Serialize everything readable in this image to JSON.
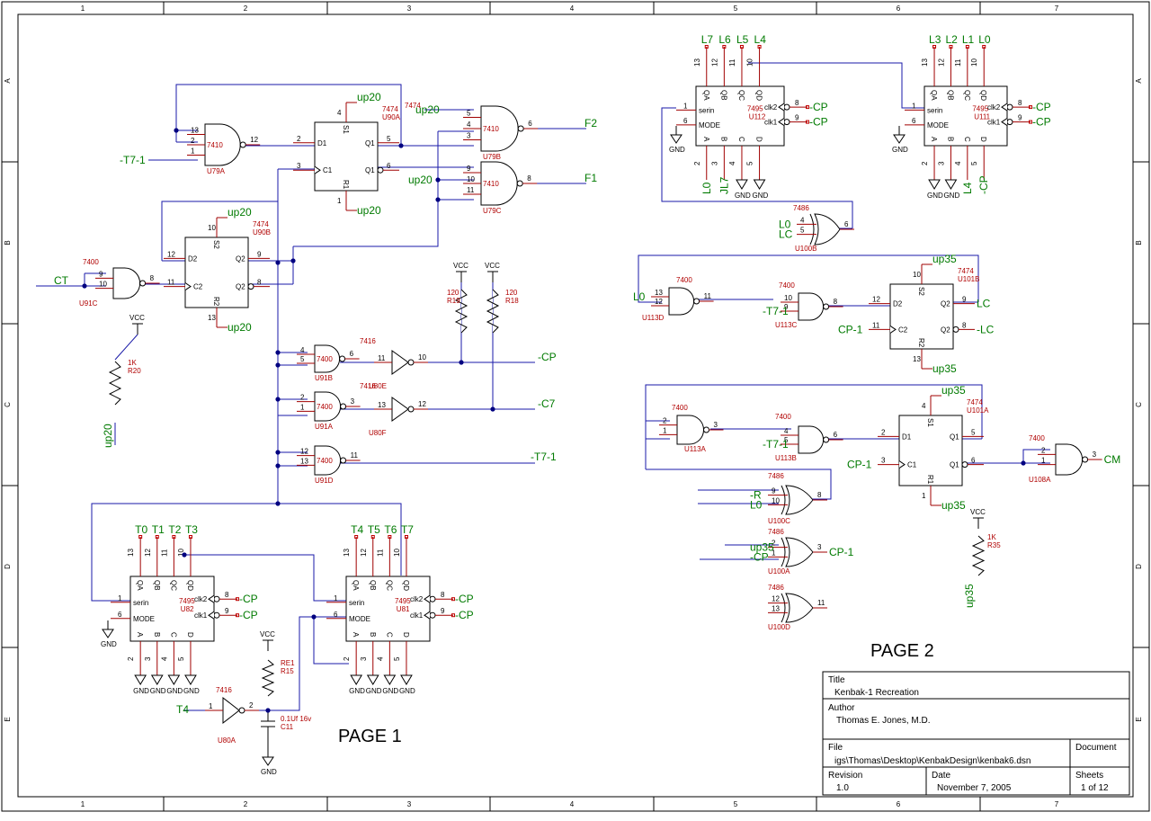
{
  "frame": {
    "columns": [
      "1",
      "2",
      "3",
      "4",
      "5",
      "6",
      "7"
    ],
    "rows": [
      "A",
      "B",
      "C",
      "D",
      "E"
    ]
  },
  "pages": {
    "page1_label": "PAGE 1",
    "page2_label": "PAGE 2"
  },
  "title_block": {
    "title_caption": "Title",
    "title_value": "Kenbak-1 Recreation",
    "author_caption": "Author",
    "author_value": "Thomas E. Jones, M.D.",
    "file_caption": "File",
    "file_value": "igs\\Thomas\\Desktop\\KenbakDesign\\kenbak6.dsn",
    "document_caption": "Document",
    "revision_caption": "Revision",
    "revision_value": "1.0",
    "date_caption": "Date",
    "date_value": "November 7, 2005",
    "sheets_caption": "Sheets",
    "sheets_value": "1 of 12"
  },
  "colors": {
    "wire": "#1a1aa8",
    "net_label": "#007a00",
    "part_label": "#b00000",
    "pin": "#a00000"
  },
  "page1": {
    "gates": [
      {
        "id": "g79a",
        "type": "nand",
        "part": "7410",
        "ref": "U79A",
        "out_pin": "12",
        "in_pins": [
          "13",
          "2",
          "1"
        ]
      },
      {
        "id": "g79b",
        "type": "nand",
        "part": "7410",
        "ref": "U79B",
        "out_pin": "6",
        "in_pins": [
          "5",
          "4",
          "3"
        ]
      },
      {
        "id": "g79c",
        "type": "nand",
        "part": "7410",
        "ref": "U79C",
        "out_pin": "8",
        "in_pins": [
          "9",
          "10",
          "11"
        ]
      },
      {
        "id": "g91c",
        "type": "nand",
        "part": "7400",
        "ref": "U91C",
        "out_pin": "8",
        "in_pins": [
          "9",
          "10"
        ]
      },
      {
        "id": "g91b",
        "type": "nand",
        "part": "7400",
        "ref": "U91B",
        "out_pin": "6",
        "in_pins": [
          "4",
          "5"
        ]
      },
      {
        "id": "g91a",
        "type": "nand",
        "part": "7400",
        "ref": "U91A",
        "out_pin": "3",
        "in_pins": [
          "2",
          "1"
        ]
      },
      {
        "id": "g91d",
        "type": "nand",
        "part": "7400",
        "ref": "U91D",
        "out_pin": "11",
        "in_pins": [
          "12",
          "13"
        ]
      },
      {
        "id": "g80e",
        "type": "inv",
        "part": "7416",
        "ref": "U80E",
        "out_pin": "10",
        "in_pins": [
          "11"
        ]
      },
      {
        "id": "g80f",
        "type": "inv",
        "part": "7416",
        "ref": "U80F",
        "out_pin": "12",
        "in_pins": [
          "13"
        ]
      },
      {
        "id": "g80a",
        "type": "inv",
        "part": "7416",
        "ref": "U80A",
        "out_pin": "2",
        "in_pins": [
          "1"
        ]
      }
    ],
    "flipflops": [
      {
        "id": "ff90a",
        "part": "7474",
        "ref": "U90A",
        "pins": {
          "d": "D1",
          "c": "C1",
          "q": "Q1",
          "qn": "Q1",
          "s": "S1",
          "r": "R1"
        },
        "nums": {
          "d": "2",
          "c": "3",
          "q": "5",
          "qn": "6",
          "s": "4",
          "r": "1"
        },
        "net_s": "up20",
        "net_r": "up20"
      },
      {
        "id": "ff90b",
        "part": "7474",
        "ref": "U90B",
        "pins": {
          "d": "D2",
          "c": "C2",
          "q": "Q2",
          "qn": "Q2",
          "s": "S2",
          "r": "R2"
        },
        "nums": {
          "d": "12",
          "c": "11",
          "q": "9",
          "qn": "8",
          "s": "10",
          "r": "13"
        },
        "net_s": "up20",
        "net_r": "up20"
      }
    ],
    "shift_registers": [
      {
        "id": "sr82",
        "part": "7495",
        "ref": "U82",
        "outputs": [
          "T0",
          "T1",
          "T2",
          "T3"
        ],
        "qlabels": [
          "QA",
          "QB",
          "QC",
          "QD"
        ],
        "qpins": [
          "13",
          "12",
          "11",
          "10"
        ],
        "serin": "serin",
        "mode": "MODE",
        "serin_pin": "1",
        "mode_pin": "6",
        "clk2": "clk2",
        "clk1": "clk1",
        "clk2_pin": "8",
        "clk1_pin": "9",
        "clk_net": "-CP",
        "inputs": [
          "A",
          "B",
          "C",
          "D"
        ],
        "ipins": [
          "2",
          "3",
          "4",
          "5"
        ],
        "gnd": [
          "GND",
          "GND",
          "GND",
          "GND"
        ]
      },
      {
        "id": "sr81",
        "part": "7495",
        "ref": "U81",
        "outputs": [
          "T4",
          "T5",
          "T6",
          "T7"
        ],
        "qlabels": [
          "QA",
          "QB",
          "QC",
          "QD"
        ],
        "qpins": [
          "13",
          "12",
          "11",
          "10"
        ],
        "serin": "serin",
        "mode": "MODE",
        "serin_pin": "1",
        "mode_pin": "6",
        "clk2": "clk2",
        "clk1": "clk1",
        "clk2_pin": "8",
        "clk1_pin": "9",
        "clk_net": "-CP",
        "inputs": [
          "A",
          "B",
          "C",
          "D"
        ],
        "ipins": [
          "2",
          "3",
          "4",
          "5"
        ],
        "gnd": [
          "GND",
          "GND",
          "GND",
          "GND"
        ]
      }
    ],
    "nets": {
      "t71_in": "-T7-1",
      "f2": "F2",
      "f1": "F1",
      "ct": "CT",
      "up20": "up20",
      "vcc": "VCC",
      "cp": "-CP",
      "c7": "-C7",
      "t71_out": "-T7-1",
      "t4": "T4",
      "gnd": "GND"
    },
    "resistors": [
      {
        "ref": "R20",
        "value": "1K"
      },
      {
        "ref": "R19",
        "value": "120"
      },
      {
        "ref": "R18",
        "value": "120"
      },
      {
        "ref": "R15",
        "value": "RE1"
      }
    ],
    "capacitor": {
      "ref": "C11",
      "value": "0.1Uf 16v"
    }
  },
  "page2": {
    "shift_registers": [
      {
        "id": "sr112",
        "part": "7495",
        "ref": "U112",
        "outputs": [
          "L7",
          "L6",
          "L5",
          "L4"
        ],
        "qlabels": [
          "QA",
          "QB",
          "QC",
          "QD"
        ],
        "qpins": [
          "13",
          "12",
          "11",
          "10"
        ],
        "serin": "serin",
        "mode": "MODE",
        "serin_pin": "1",
        "mode_pin": "6",
        "clk2": "clk2",
        "clk1": "clk1",
        "clk2_pin": "8",
        "clk1_pin": "9",
        "clk_net": "-CP",
        "inputs": [
          "A",
          "B",
          "C",
          "D"
        ],
        "ipins": [
          "2",
          "3",
          "4",
          "5"
        ],
        "bottom_nets": [
          "L0",
          "JL7",
          "GND",
          "GND"
        ]
      },
      {
        "id": "sr111",
        "part": "7495",
        "ref": "U111",
        "outputs": [
          "L3",
          "L2",
          "L1",
          "L0"
        ],
        "qlabels": [
          "QA",
          "QB",
          "QC",
          "QD"
        ],
        "qpins": [
          "13",
          "12",
          "11",
          "10"
        ],
        "serin": "serin",
        "mode": "MODE",
        "serin_pin": "1",
        "mode_pin": "6",
        "clk2": "clk2",
        "clk1": "clk1",
        "clk2_pin": "8",
        "clk1_pin": "9",
        "clk_net": "-CP",
        "inputs": [
          "A",
          "B",
          "C",
          "D"
        ],
        "ipins": [
          "2",
          "3",
          "4",
          "5"
        ],
        "bottom_nets": [
          "GND",
          "GND",
          "L4",
          "-CP"
        ]
      }
    ],
    "gates": [
      {
        "id": "x100b",
        "type": "xor",
        "part": "7486",
        "ref": "U100B",
        "out_pin": "6",
        "in_pins": [
          "4",
          "5"
        ],
        "in_nets": [
          "L0",
          "LC"
        ]
      },
      {
        "id": "n113d",
        "type": "nand",
        "part": "7400",
        "ref": "U113D",
        "out_pin": "11",
        "in_pins": [
          "13",
          "12"
        ],
        "in_nets": [
          "L0",
          ""
        ]
      },
      {
        "id": "n113c",
        "type": "nand",
        "part": "7400",
        "ref": "U113C",
        "out_pin": "8",
        "in_pins": [
          "10",
          "9"
        ],
        "in_nets": [
          "",
          "-T7-1"
        ]
      },
      {
        "id": "n113a",
        "type": "nand",
        "part": "7400",
        "ref": "U113A",
        "out_pin": "3",
        "in_pins": [
          "2",
          "1"
        ],
        "in_nets": [
          "",
          ""
        ]
      },
      {
        "id": "n113b",
        "type": "nand",
        "part": "7400",
        "ref": "U113B",
        "out_pin": "6",
        "in_pins": [
          "4",
          "5"
        ],
        "in_nets": [
          "",
          "-T7-1"
        ]
      },
      {
        "id": "n108a",
        "type": "nand",
        "part": "7400",
        "ref": "U108A",
        "out_pin": "3",
        "in_pins": [
          "2",
          "1"
        ],
        "out_net": "CM"
      },
      {
        "id": "x100c",
        "type": "xor",
        "part": "7486",
        "ref": "U100C",
        "out_pin": "8",
        "in_pins": [
          "9",
          "10"
        ],
        "in_nets": [
          "-R",
          "L0"
        ]
      },
      {
        "id": "x100a",
        "type": "xor",
        "part": "7486",
        "ref": "U100A",
        "out_pin": "3",
        "in_pins": [
          "2",
          "1"
        ],
        "in_nets": [
          "up35",
          "-CP"
        ],
        "out_net": "CP-1"
      },
      {
        "id": "x100d",
        "type": "xor",
        "part": "7486",
        "ref": "U100D",
        "out_pin": "11",
        "in_pins": [
          "12",
          "13"
        ],
        "in_nets": [
          "",
          ""
        ]
      }
    ],
    "flipflops": [
      {
        "id": "ff101b",
        "part": "7474",
        "ref": "U101B",
        "pins": {
          "d": "D2",
          "c": "C2",
          "q": "Q2",
          "qn": "Q2",
          "s": "S2",
          "r": "R2"
        },
        "nums": {
          "d": "12",
          "c": "11",
          "q": "9",
          "qn": "8",
          "s": "10",
          "r": "13"
        },
        "net_s": "up35",
        "net_r": "up35",
        "net_c": "CP-1",
        "net_q": "LC",
        "net_qn": "-LC"
      },
      {
        "id": "ff101a",
        "part": "7474",
        "ref": "U101A",
        "pins": {
          "d": "D1",
          "c": "C1",
          "q": "Q1",
          "qn": "Q1",
          "s": "S1",
          "r": "R1"
        },
        "nums": {
          "d": "2",
          "c": "3",
          "q": "5",
          "qn": "6",
          "s": "4",
          "r": "1"
        },
        "net_s": "up35",
        "net_r": "up35",
        "net_c": "CP-1"
      }
    ],
    "nets": {
      "gnd": "GND",
      "vcc": "VCC",
      "up35": "up35"
    },
    "resistor": {
      "ref": "R35",
      "value": "1K"
    }
  }
}
